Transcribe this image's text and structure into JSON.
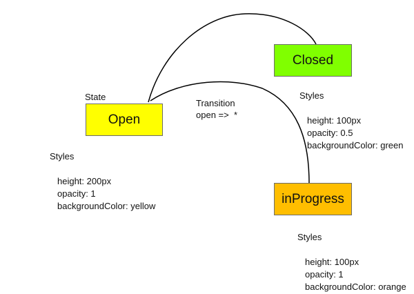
{
  "state_label": "State",
  "transition": {
    "title": "Transition",
    "rule": "open =>  *"
  },
  "states": {
    "open": {
      "name": "Open",
      "color": "#ffff00",
      "styles_heading": "Styles",
      "props": [
        "height: 200px",
        "opacity: 1",
        "backgroundColor: yellow"
      ]
    },
    "closed": {
      "name": "Closed",
      "color": "#80ff00",
      "styles_heading": "Styles",
      "props": [
        "height: 100px",
        "opacity: 0.5",
        "backgroundColor: green"
      ]
    },
    "in_progress": {
      "name": "inProgress",
      "color": "#ffbe00",
      "styles_heading": "Styles",
      "props": [
        "height: 100px",
        "opacity: 1",
        "backgroundColor: orange"
      ]
    }
  }
}
